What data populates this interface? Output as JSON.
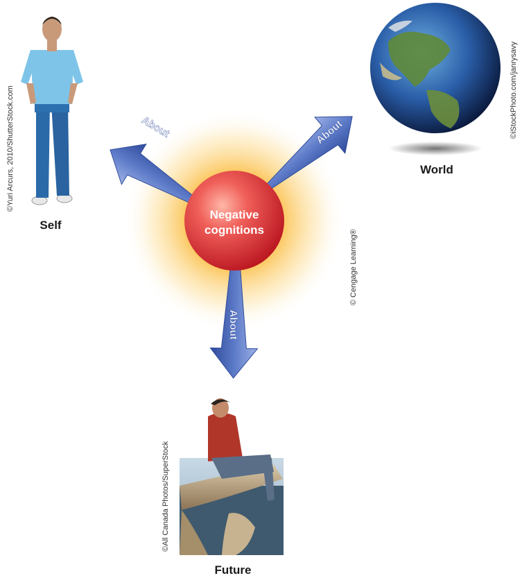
{
  "center": {
    "line1": "Negative",
    "line2": "cognitions"
  },
  "arrows": [
    {
      "label": "About",
      "target": "self"
    },
    {
      "label": "About",
      "target": "world"
    },
    {
      "label": "About",
      "target": "future"
    }
  ],
  "targets": {
    "self": "Self",
    "world": "World",
    "future": "Future"
  },
  "credits": {
    "self": "©Yuri Arcurs, 2010/ShutterStock.com",
    "world": "©iStockPhoto.com/janrysavy",
    "future": "©All Canada Photos/SuperStock",
    "diagram": "© Cengage Learning®"
  },
  "colors": {
    "sphere": "#e03a3a",
    "glow": "#f7b733",
    "arrow": "#5b79c7",
    "arrow_dark": "#2f4a9a"
  }
}
